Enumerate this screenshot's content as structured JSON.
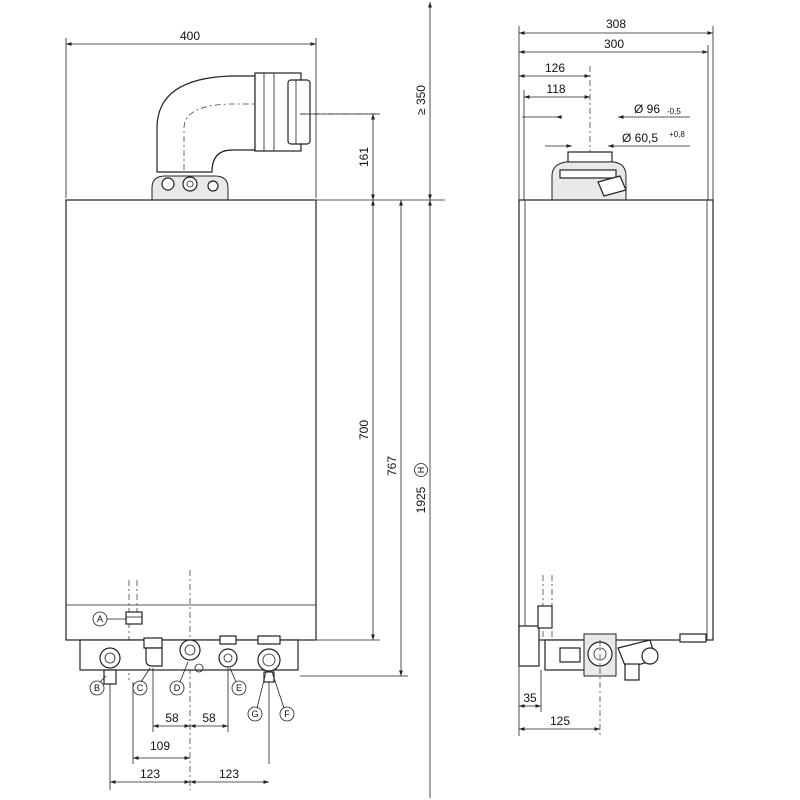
{
  "front_view": {
    "dims": {
      "width": "400",
      "flue_height": "161",
      "casing_height": "700",
      "height_to_connections": "767",
      "min_clearance": "≥ 350",
      "total_height": "1925",
      "spacing_left": "58",
      "spacing_right": "58",
      "offset_109": "109",
      "offset_left": "123",
      "offset_right": "123"
    },
    "total_height_marker": "H",
    "connections": [
      "A",
      "B",
      "C",
      "D",
      "E",
      "F",
      "G"
    ]
  },
  "side_view": {
    "dims": {
      "depth_outer": "308",
      "depth": "300",
      "flue_offset_126": "126",
      "flue_offset_118": "118",
      "diam_outer": "Ø 96",
      "diam_outer_tol": "-0,5",
      "diam_inner": "Ø 60,5",
      "diam_inner_tol": "+0,8",
      "wall_gap": "35",
      "pipe_offset": "125"
    }
  }
}
